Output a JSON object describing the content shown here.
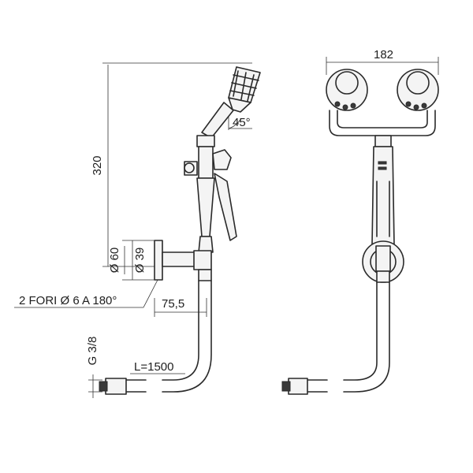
{
  "dimensions": {
    "height_320": "320",
    "angle_45": "45°",
    "diameter_60": "Ø 60",
    "diameter_39": "Ø 39",
    "holes": "2 FORI  Ø 6 A 180°",
    "offset_75_5": "75,5",
    "thread": "G 3/8",
    "hose_length": "L=1500",
    "width_182": "182"
  }
}
